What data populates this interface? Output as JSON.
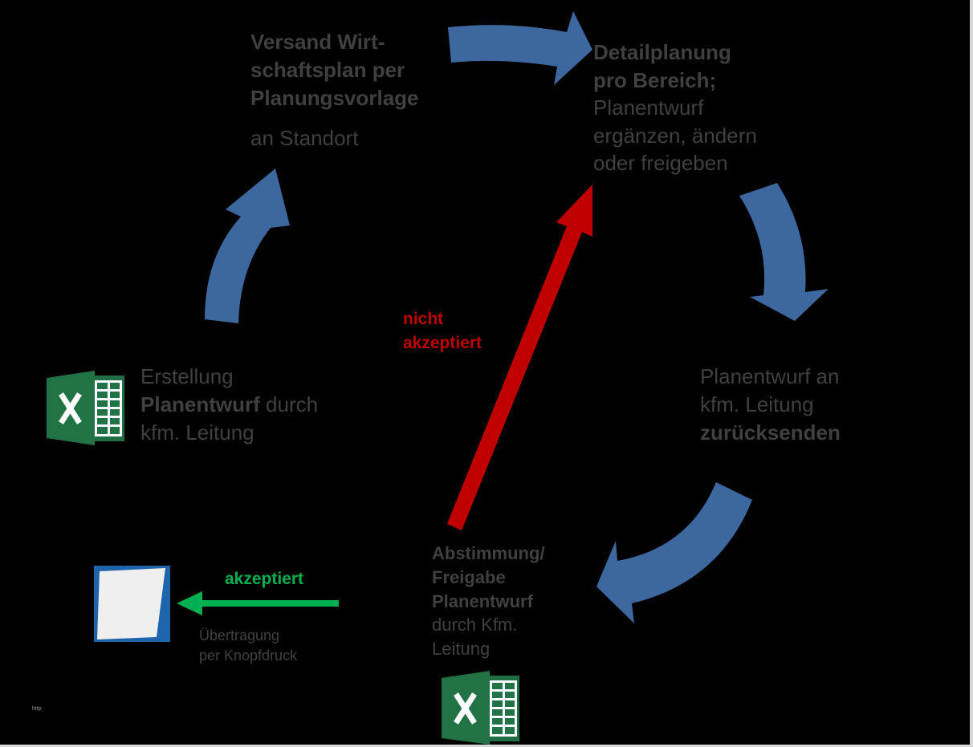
{
  "steps": {
    "send_plan": {
      "title_lines": [
        "Versand Wirt-",
        "schaftsplan per",
        "Planungsvorlage"
      ],
      "detail": "an Standort"
    },
    "detail_planning": {
      "title_lines": [
        "Detailplanung",
        "pro Bereich;"
      ],
      "detail_lines": [
        "Planentwurf",
        "ergänzen, ändern",
        "oder freigeben"
      ]
    },
    "return_draft": {
      "detail_lines": [
        "Planentwurf an",
        "kfm. Leitung"
      ],
      "emphasis": "zurücksenden"
    },
    "approval": {
      "title_lines": [
        "Abstimmung/",
        "Freigabe",
        "Planentwurf"
      ],
      "detail_lines": [
        "durch Kfm.",
        "Leitung"
      ]
    },
    "create_draft": {
      "line1": "Erstellung",
      "emphasis": "Planentwurf",
      "line2_rest": "durch",
      "line3": "kfm. Leitung"
    }
  },
  "labels": {
    "rejected": [
      "nicht",
      "akzeptiert"
    ],
    "accepted": "akzeptiert",
    "transfer": [
      "Übertragung",
      "per Knopfdruck"
    ],
    "watermark": "http"
  },
  "icons": {
    "create_draft": "excel-icon",
    "approval": "excel-icon",
    "transfer_target": "target-app-icon"
  },
  "colors": {
    "background": "#000000",
    "text": "#404040",
    "cycle_arrow": "#3c679f",
    "rejected": "#c00000",
    "accepted": "#00b050",
    "excel_green": "#217346"
  }
}
